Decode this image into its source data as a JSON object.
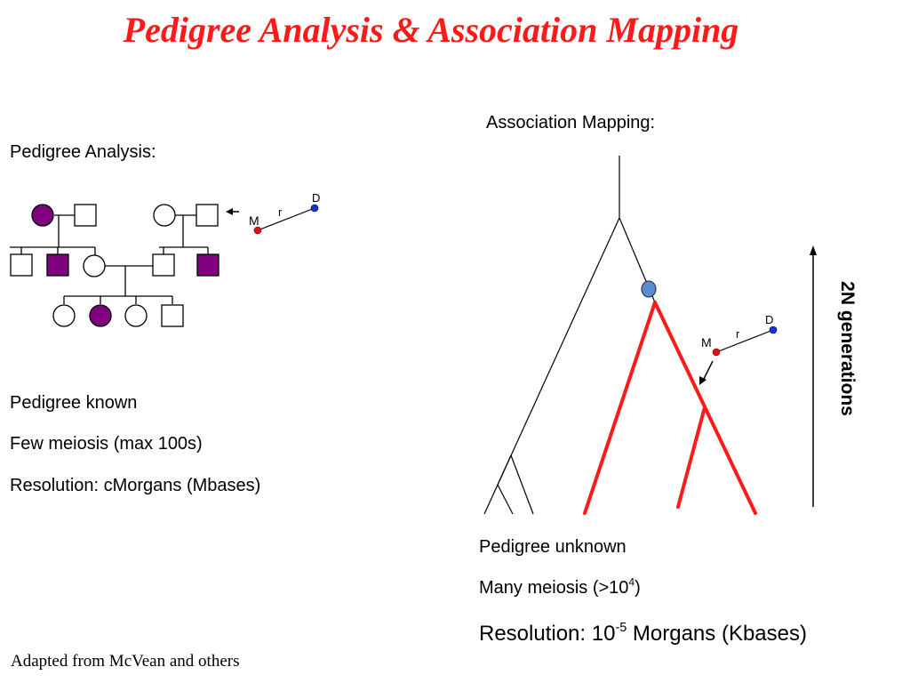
{
  "title": "Pedigree Analysis & Association Mapping",
  "pedigree": {
    "heading": "Pedigree Analysis:",
    "marker_m": "M",
    "marker_d": "D",
    "marker_r": "r",
    "facts": [
      "Pedigree known",
      "Few meiosis (max 100s)",
      "Resolution: cMorgans (Mbases)"
    ]
  },
  "association": {
    "heading": "Association Mapping:",
    "marker_m": "M",
    "marker_d": "D",
    "marker_r": "r",
    "generations_label": "2N generations",
    "fact1": "Pedigree unknown",
    "fact2_pre": "Many meiosis (>10",
    "fact2_sup": "4",
    "fact2_post": ")",
    "fact3_pre": "Resolution: 10",
    "fact3_sup": "-5",
    "fact3_post": " Morgans (Kbases)"
  },
  "credit": "Adapted from McVean and others",
  "colors": {
    "title": "#ff1a1a",
    "affected": "#800080",
    "tree_highlight": "#ff1a1a",
    "marker_m": "#dd1111",
    "marker_d": "#1133dd",
    "node": "#5b8bd0"
  }
}
